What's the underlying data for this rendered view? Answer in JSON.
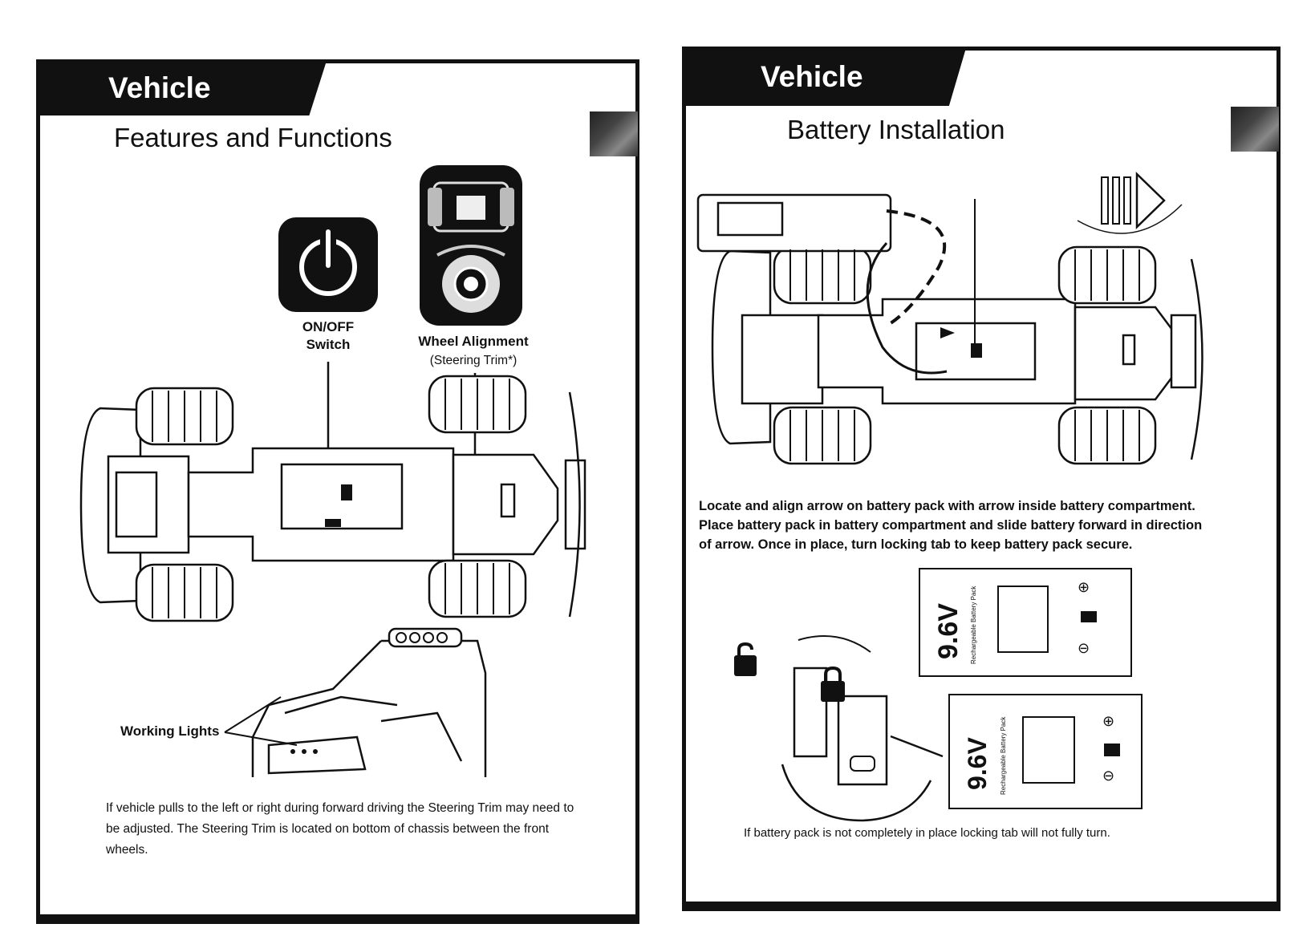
{
  "left": {
    "tab": "Vehicle",
    "title": "Features and Functions",
    "on_off_label": "ON/OFF\nSwitch",
    "wheel_alignment_label": "Wheel Alignment",
    "steering_trim_label": "(Steering Trim*)",
    "working_lights_label": "Working Lights",
    "footnote": "If vehicle pulls to the left or right during forward driving the Steering Trim may need to be adjusted. The Steering Trim is located on bottom of chassis between the front wheels."
  },
  "right": {
    "tab": "Vehicle",
    "title": "Battery Installation",
    "instructions": "Locate and align arrow on battery pack with arrow inside battery compartment. Place battery pack in battery compartment and slide battery forward in direction of arrow.  Once in place, turn locking tab to keep battery pack secure.",
    "battery_voltage": "9.6V",
    "battery_type": "Rechargeable Battery Pack",
    "plus_symbol": "⊕",
    "minus_symbol": "⊖",
    "footnote": "If battery pack is not completely in place locking tab will not fully turn."
  },
  "icons": [
    "power-icon",
    "steering-trim-dial-icon",
    "lock-open-icon",
    "lock-closed-icon",
    "slide-forward-arrow-icon"
  ]
}
